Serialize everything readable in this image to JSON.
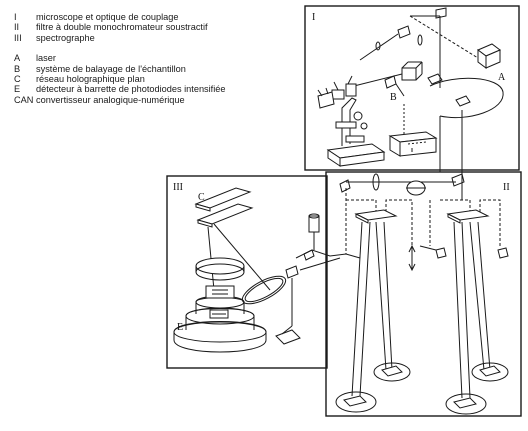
{
  "legend": {
    "sections": [
      {
        "code": "I",
        "text": "microscope et optique de couplage"
      },
      {
        "code": "II",
        "text": "filtre à double monochromateur soustractif"
      },
      {
        "code": "III",
        "text": "spectrographe"
      }
    ],
    "components": [
      {
        "code": "A",
        "text": "laser"
      },
      {
        "code": "B",
        "text": "système de balayage de l'échantillon"
      },
      {
        "code": "C",
        "text": "réseau holographique plan"
      },
      {
        "code": "E",
        "text": "détecteur à barrette de photodiodes intensifiée"
      },
      {
        "code": "CAN",
        "text": "convertisseur analogique-numérique"
      }
    ]
  },
  "diagram": {
    "panel_labels": {
      "one": "I",
      "two": "II",
      "three": "III"
    },
    "component_labels": {
      "a": "A",
      "b": "B",
      "c": "C",
      "e": "E"
    }
  },
  "colors": {
    "ink": "#1a1a1a",
    "paper": "#ffffff"
  }
}
